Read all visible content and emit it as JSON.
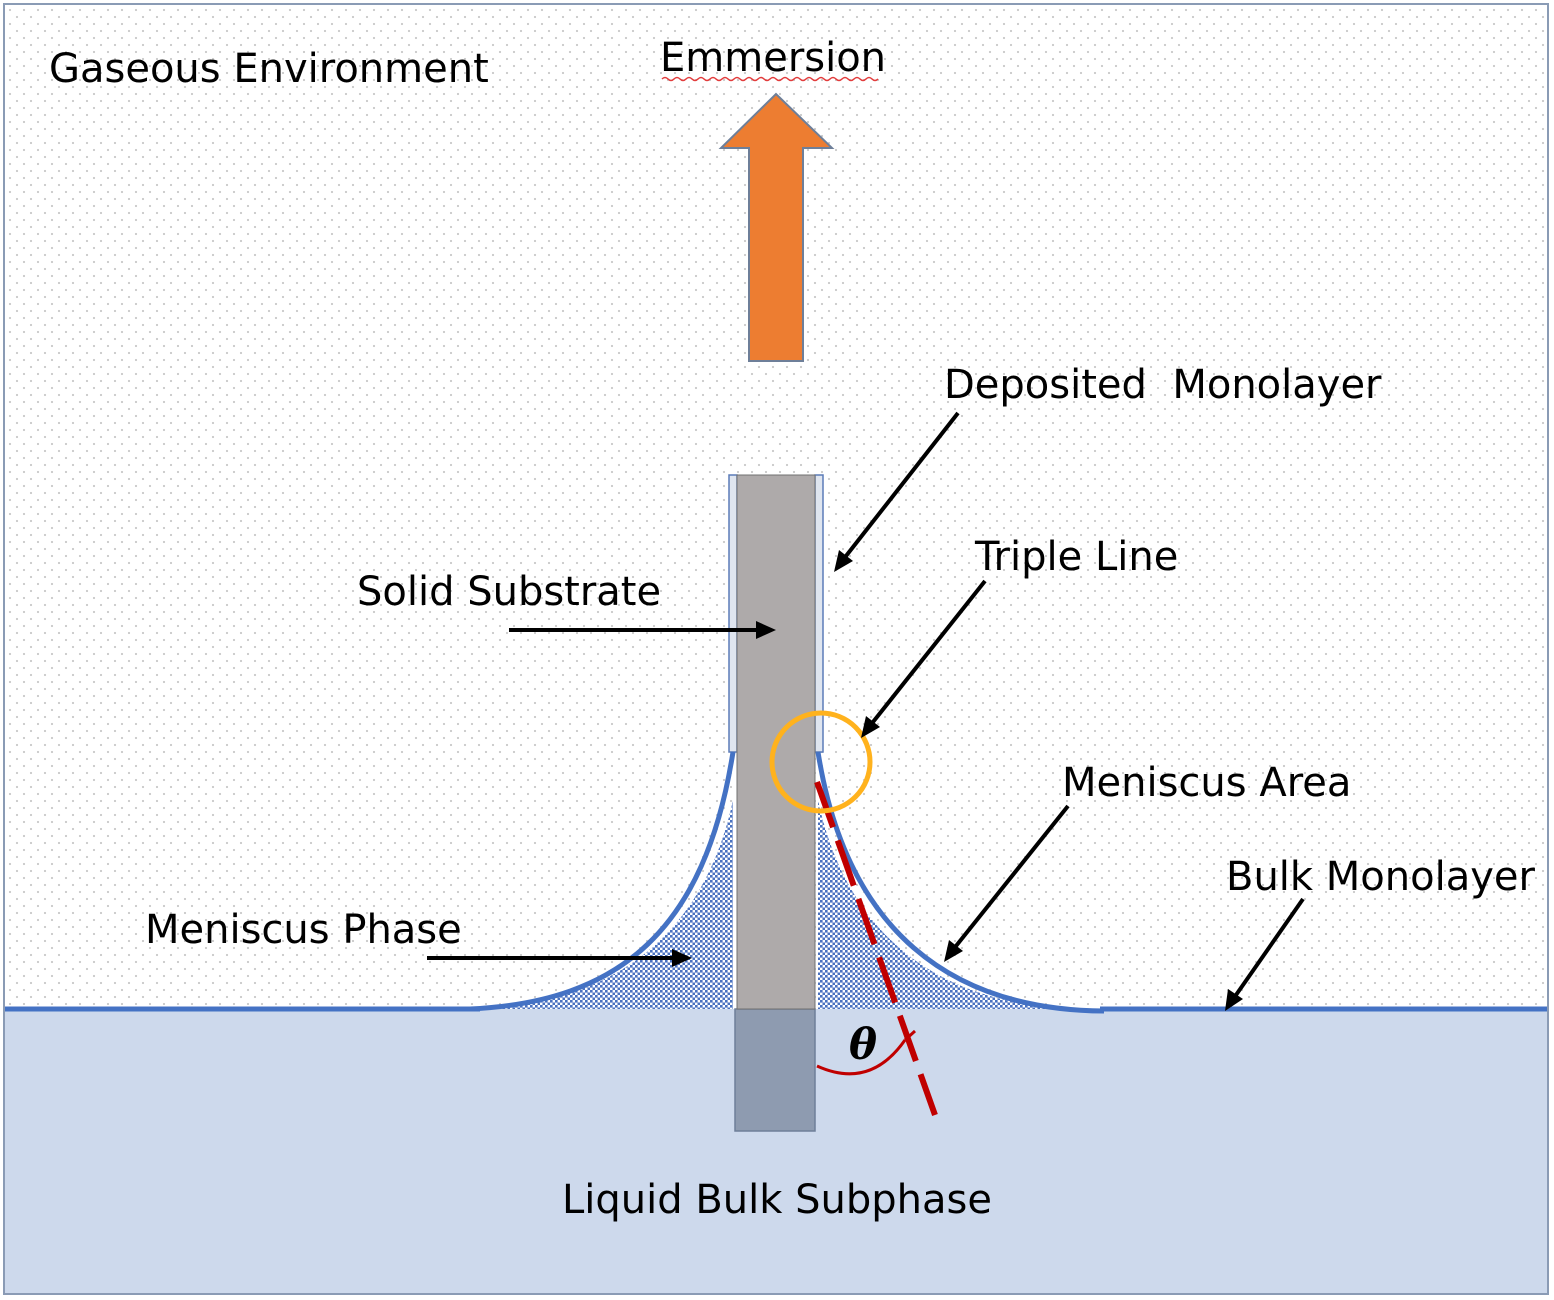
{
  "labels": {
    "gaseous": "Gaseous Environment",
    "emmersion": "Emmersion",
    "deposited": "Deposited  Monolayer",
    "triple": "Triple Line",
    "solid": "Solid Substrate",
    "meniscus_area": "Meniscus Area",
    "bulk_monolayer": "Bulk Monolayer",
    "meniscus_phase": "Meniscus Phase",
    "theta": "θ",
    "liquid": "Liquid Bulk Subphase"
  },
  "colors": {
    "gas_background": "#ffffff",
    "gas_dots": "#c9c9c9",
    "liquid": "#cdd9ec",
    "interface_line": "#4472c4",
    "meniscus_fill": "#4a72c0",
    "substrate": "#aeaaaa",
    "substrate_submerged": "#8e9bb0",
    "monolayer_film": "#dfe5ef",
    "arrow_fill": "#ed7d31",
    "arrow_stroke": "#6e7f99",
    "triple_circle": "#ffb21d",
    "contact_angle_line": "#c00000",
    "frame": "#8a9bb5"
  },
  "icons": {
    "emmersion_arrow": "up-arrow-icon",
    "triple_marker": "circle-icon"
  }
}
